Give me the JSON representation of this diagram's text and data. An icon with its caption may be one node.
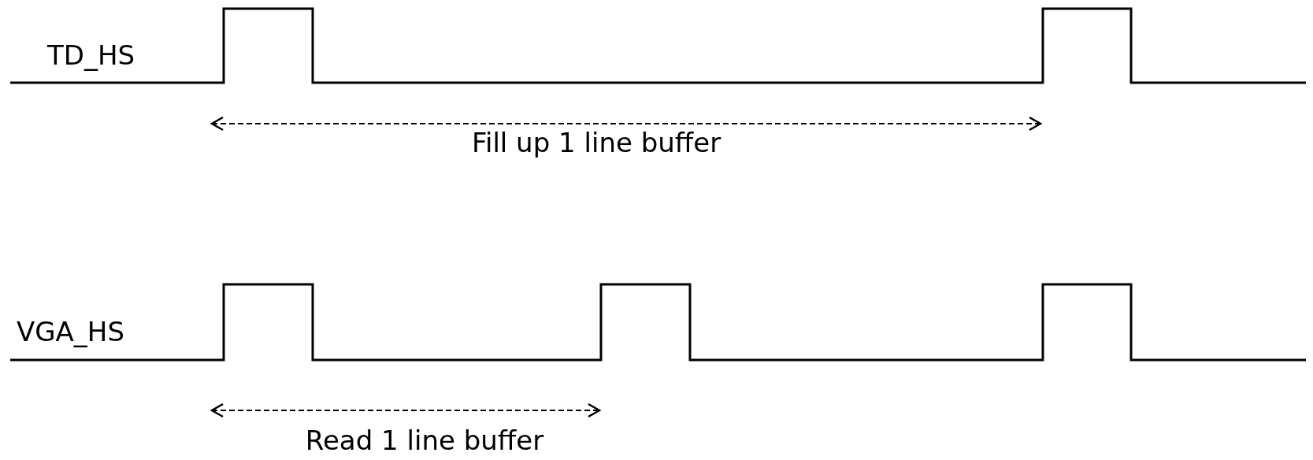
{
  "diagram": {
    "labels": [
      "TD_HS",
      "Fill up 1 line buffer",
      "VGA_HS",
      "Read 1 line buffer"
    ]
  }
}
